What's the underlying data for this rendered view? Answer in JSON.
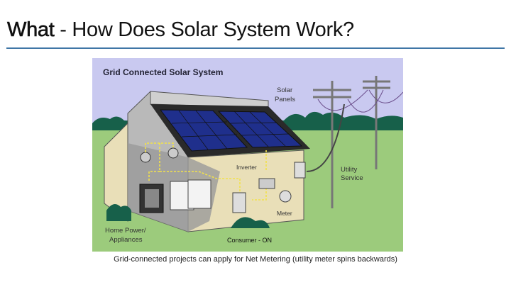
{
  "slide": {
    "title_bold": "What",
    "title_rest": " - How Does Solar System Work?",
    "caption": "Grid-connected projects can apply for Net Metering (utility meter spins backwards)",
    "accent_color": "#3f76a6"
  },
  "diagram": {
    "heading": "Grid Connected  Solar System",
    "labels": {
      "solar_panels_1": "Solar",
      "solar_panels_2": "Panels",
      "inverter": "Inverter",
      "utility_1": "Utility",
      "utility_2": "Service",
      "meter": "Meter",
      "home_1": "Home Power/",
      "home_2": "Appliances",
      "consumer": "Consumer - ON"
    },
    "colors": {
      "sky": "#c9c9f0",
      "grass": "#9ccb7c",
      "trees": "#17604a",
      "panel": "#1f2f8c",
      "wall": "#e9dfb8",
      "wire": "#f2e24a"
    }
  }
}
